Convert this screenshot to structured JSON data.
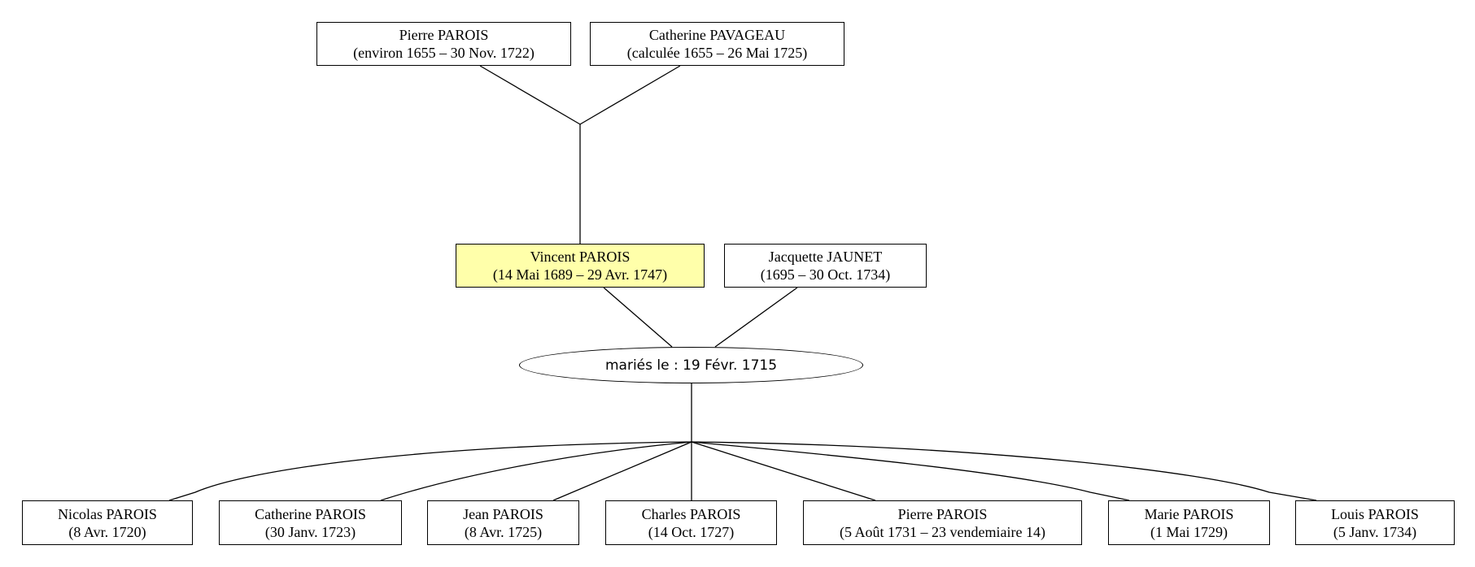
{
  "grandparents": {
    "father": {
      "name": "Pierre PAROIS",
      "dates": "(environ 1655 – 30 Nov. 1722)"
    },
    "mother": {
      "name": "Catherine PAVAGEAU",
      "dates": "(calculée 1655 – 26 Mai 1725)"
    }
  },
  "subject": {
    "name": "Vincent PAROIS",
    "dates": "(14 Mai 1689 – 29 Avr. 1747)",
    "highlight_color": "#ffffaa"
  },
  "spouse": {
    "name": "Jacquette JAUNET",
    "dates": "(1695 – 30 Oct. 1734)"
  },
  "marriage": {
    "label": "mariés le : 19 Févr. 1715"
  },
  "children": [
    {
      "name": "Nicolas PAROIS",
      "dates": "(8 Avr. 1720)"
    },
    {
      "name": "Catherine PAROIS",
      "dates": "(30 Janv. 1723)"
    },
    {
      "name": "Jean PAROIS",
      "dates": "(8 Avr. 1725)"
    },
    {
      "name": "Charles PAROIS",
      "dates": "(14 Oct. 1727)"
    },
    {
      "name": "Pierre PAROIS",
      "dates": "(5 Août 1731 – 23 vendemiaire 14)"
    },
    {
      "name": "Marie PAROIS",
      "dates": "(1 Mai 1729)"
    },
    {
      "name": "Louis PAROIS",
      "dates": "(5 Janv. 1734)"
    }
  ]
}
